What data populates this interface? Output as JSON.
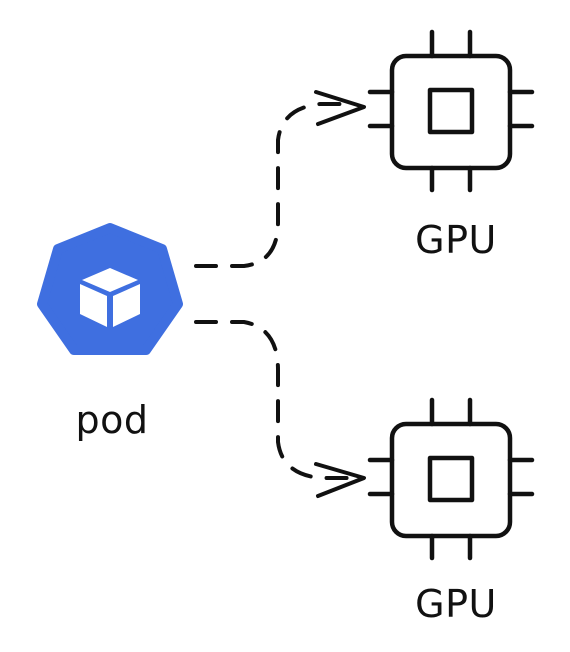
{
  "pod": {
    "label": "pod",
    "icon": "kubernetes-pod-icon",
    "icon_color": "#3f6fe0",
    "cube_color": "#ffffff"
  },
  "gpus": [
    {
      "label": "GPU",
      "icon": "gpu-chip-icon"
    },
    {
      "label": "GPU",
      "icon": "gpu-chip-icon"
    }
  ],
  "connectors": [
    {
      "from": "pod",
      "to": "gpu-1",
      "style": "dashed-arrow"
    },
    {
      "from": "pod",
      "to": "gpu-2",
      "style": "dashed-arrow"
    }
  ],
  "colors": {
    "stroke": "#111111",
    "background": "#ffffff"
  }
}
